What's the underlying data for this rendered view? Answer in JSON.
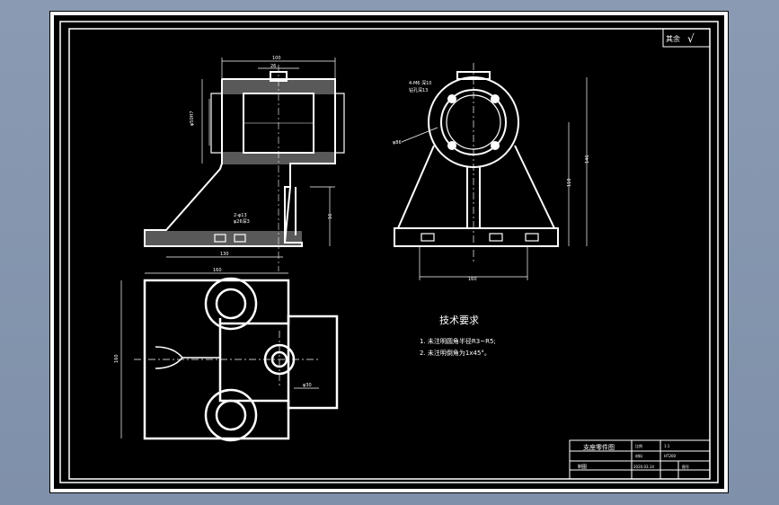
{
  "drawing": {
    "tech_title": "技术要求",
    "notes": [
      "1. 未注明圆角半径R3~R5;",
      "2. 未注明倒角为1x45°。"
    ],
    "roughness_symbol": "√"
  },
  "title_block": {
    "name": "支座零件图",
    "scale_label": "比例",
    "scale_value": "1:1",
    "material_label": "材料",
    "material_value": "HT200",
    "drafter": "制图",
    "date": "2020.03.14",
    "sheet_label": "图号"
  },
  "colors": {
    "background": "#000000",
    "line": "#ffffff",
    "desktop": "#8a9ab2"
  }
}
